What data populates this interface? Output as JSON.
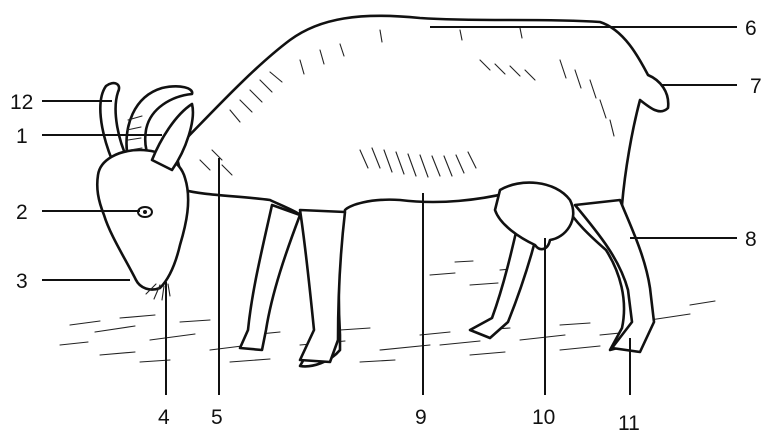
{
  "callouts": [
    {
      "id": "c1",
      "number": "1"
    },
    {
      "id": "c2",
      "number": "2"
    },
    {
      "id": "c3",
      "number": "3"
    },
    {
      "id": "c4",
      "number": "4"
    },
    {
      "id": "c5",
      "number": "5"
    },
    {
      "id": "c6",
      "number": "6"
    },
    {
      "id": "c7",
      "number": "7"
    },
    {
      "id": "c8",
      "number": "8"
    },
    {
      "id": "c9",
      "number": "9"
    },
    {
      "id": "c10",
      "number": "10"
    },
    {
      "id": "c11",
      "number": "11"
    },
    {
      "id": "c12",
      "number": "12"
    }
  ],
  "colors": {
    "ink": "#111111",
    "background": "#ffffff"
  }
}
